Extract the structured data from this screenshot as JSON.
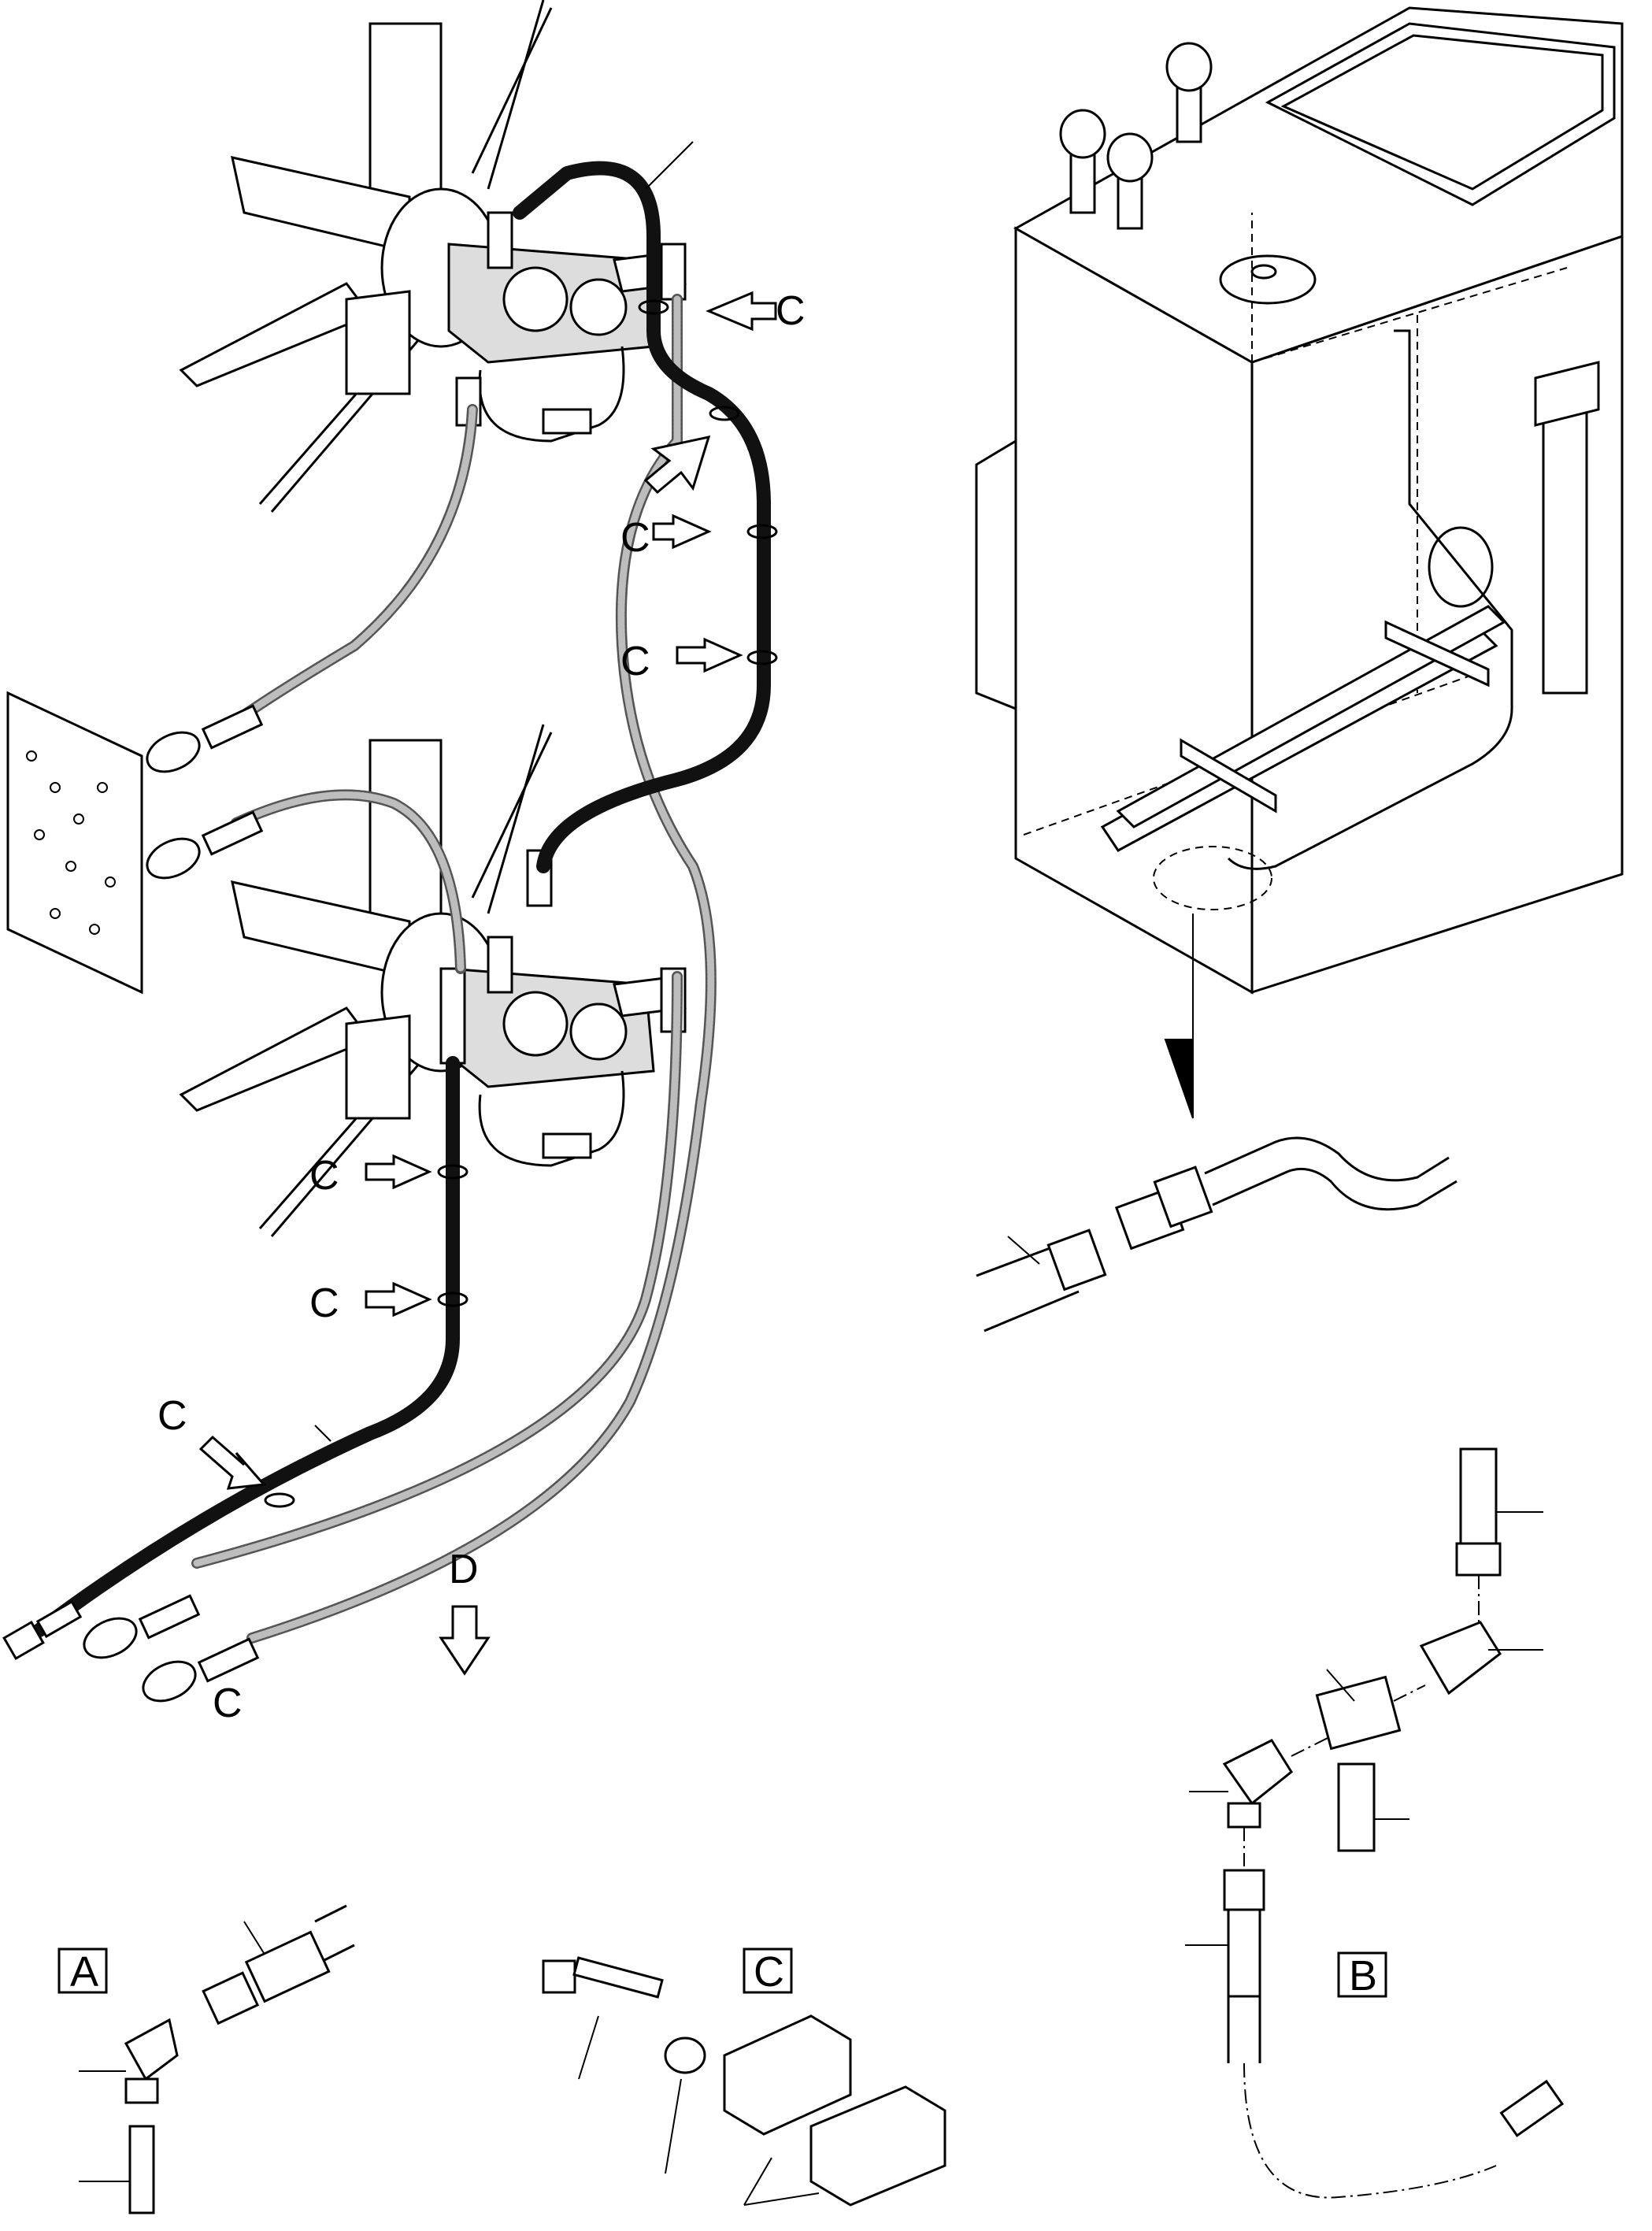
{
  "callouts": {
    "c_label": "C",
    "d_label": "D"
  },
  "detail_boxes": {
    "a": "A",
    "b": "B",
    "c": "C"
  },
  "colors": {
    "line": "#000000",
    "hose_pressure": "#111111",
    "hose_return": "#bdbdbd",
    "background": "#ffffff"
  },
  "icons": {
    "flow_arrow": "hollow-arrow-icon",
    "detail_pointer": "pointer-arrow-icon"
  }
}
